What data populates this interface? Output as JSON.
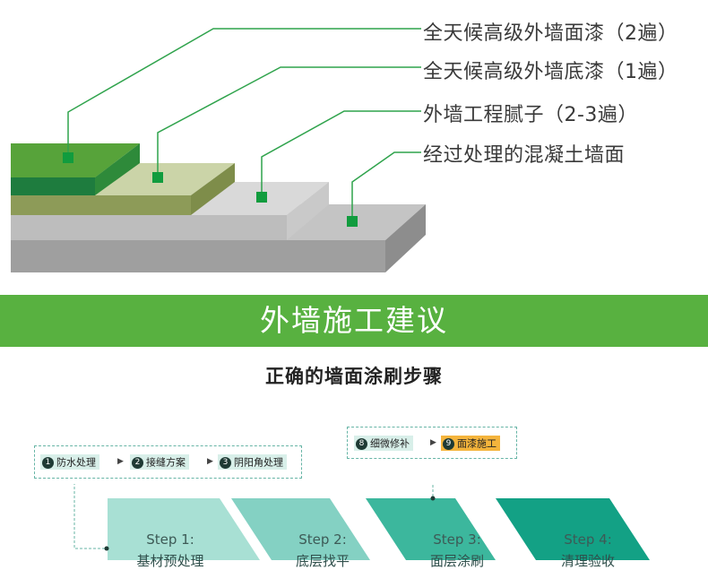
{
  "layers": {
    "labels": [
      "全天候高级外墙面漆（2遍）",
      "全天候高级外墙底漆（1遍）",
      "外墙工程腻子（2-3遍）",
      "经过处理的混凝土墙面"
    ],
    "colors": {
      "topcoat": "#4f9a33",
      "primer": "#c9d3a7",
      "putty": "#cfcfcf",
      "concrete": "#b9b9b9",
      "leader": "#2fa34c",
      "marker": "#119c3e"
    }
  },
  "banner": {
    "title": "外墙施工建议"
  },
  "steps_section": {
    "title": "正确的墙面涂刷步骤",
    "pre_steps": [
      {
        "num": "1",
        "label": "防水处理"
      },
      {
        "num": "2",
        "label": "接缝方案"
      },
      {
        "num": "3",
        "label": "阴阳角处理"
      }
    ],
    "post_steps": [
      {
        "num": "8",
        "label": "细微修补"
      },
      {
        "num": "9",
        "label": "面漆施工"
      }
    ],
    "steps": [
      {
        "label": "Step 1:",
        "sub": "基材预处理"
      },
      {
        "label": "Step 2:",
        "sub": "底层找平"
      },
      {
        "label": "Step 3:",
        "sub": "面层涂刷"
      },
      {
        "label": "Step 4:",
        "sub": "清理验收"
      }
    ]
  }
}
